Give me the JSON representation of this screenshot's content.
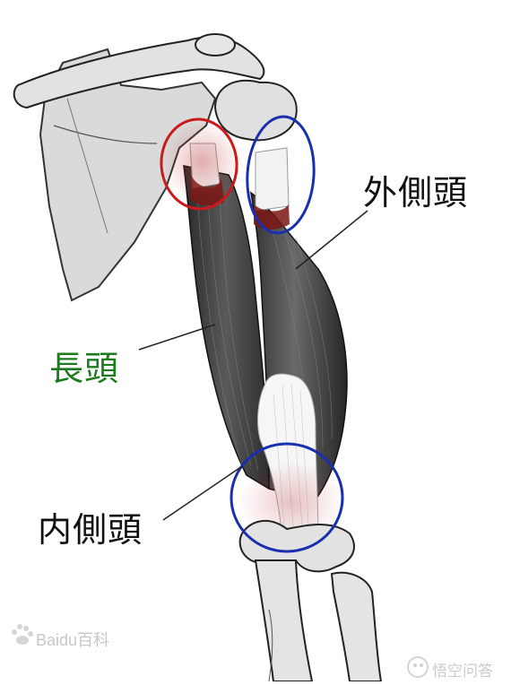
{
  "labels": {
    "lateral_head": "外側頭",
    "long_head": "長頭",
    "medial_head": "内側頭"
  },
  "colors": {
    "long_head_label": "#1e7a1e",
    "label_text": "#111111",
    "highlight_red": "#cc1a1a",
    "highlight_blue": "#1a2fb0",
    "bone": "#dcdcdc",
    "muscle": "#3a3a3a",
    "tendon": "#f4f4f4"
  },
  "watermarks": {
    "left_logo": "Baidu百科",
    "right_logo": "悟空问答"
  }
}
